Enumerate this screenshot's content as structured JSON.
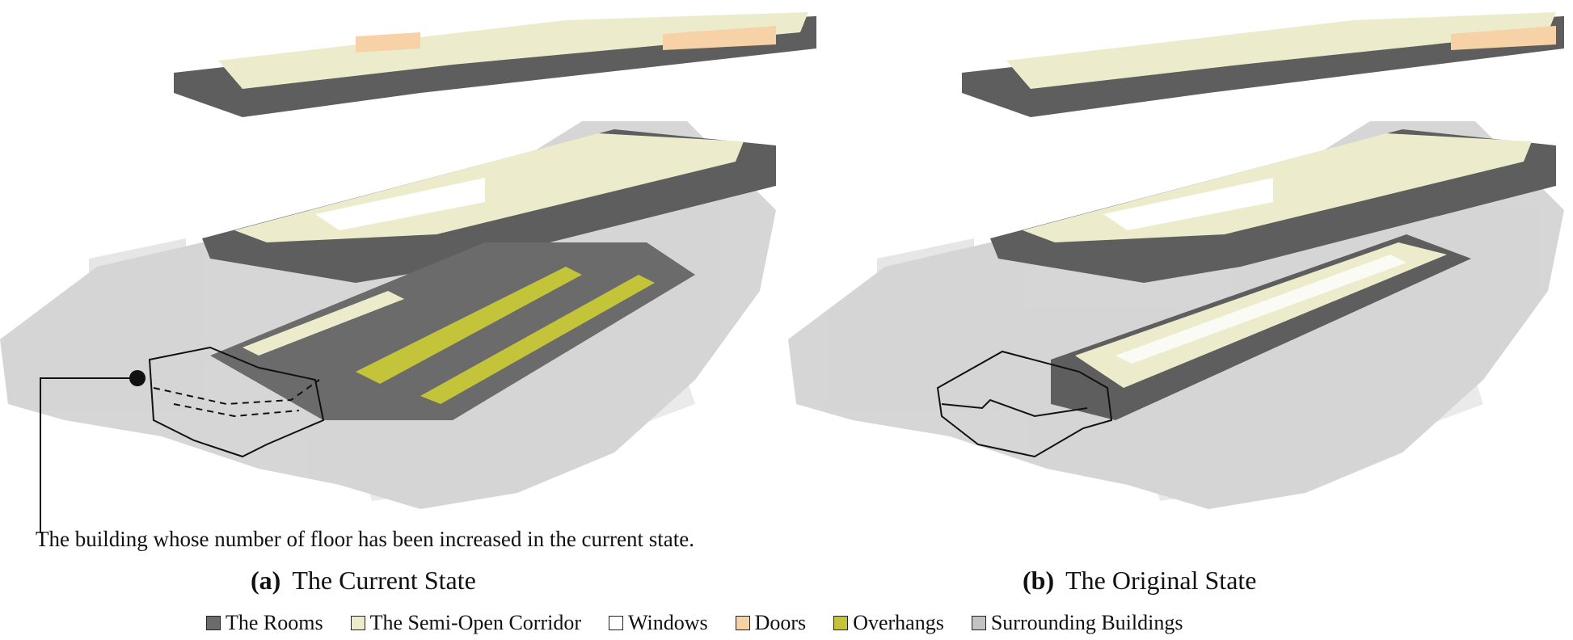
{
  "panels": [
    {
      "tag": "(a)",
      "title": "The Current State"
    },
    {
      "tag": "(b)",
      "title": "The Original State"
    }
  ],
  "annotation": "The building whose number of floor has been increased in the current state.",
  "legend": [
    {
      "label": "The  Rooms",
      "color": "#6b6b6b"
    },
    {
      "label": "The  Semi-Open  Corridor",
      "color": "#ececcc"
    },
    {
      "label": "Windows",
      "color": "#ffffff"
    },
    {
      "label": "Doors",
      "color": "#f6d2a6"
    },
    {
      "label": "Overhangs",
      "color": "#c4c43a"
    },
    {
      "label": "Surrounding Buildings",
      "color": "#c2c2c2"
    }
  ],
  "colors": {
    "room": "#5e5e5e",
    "room_light": "#8a8a8a",
    "corridor": "#ececcc",
    "window": "#ffffff",
    "door": "#f6d2a6",
    "overhang": "#c4c43a",
    "surrounding": "#c8c8c8"
  }
}
